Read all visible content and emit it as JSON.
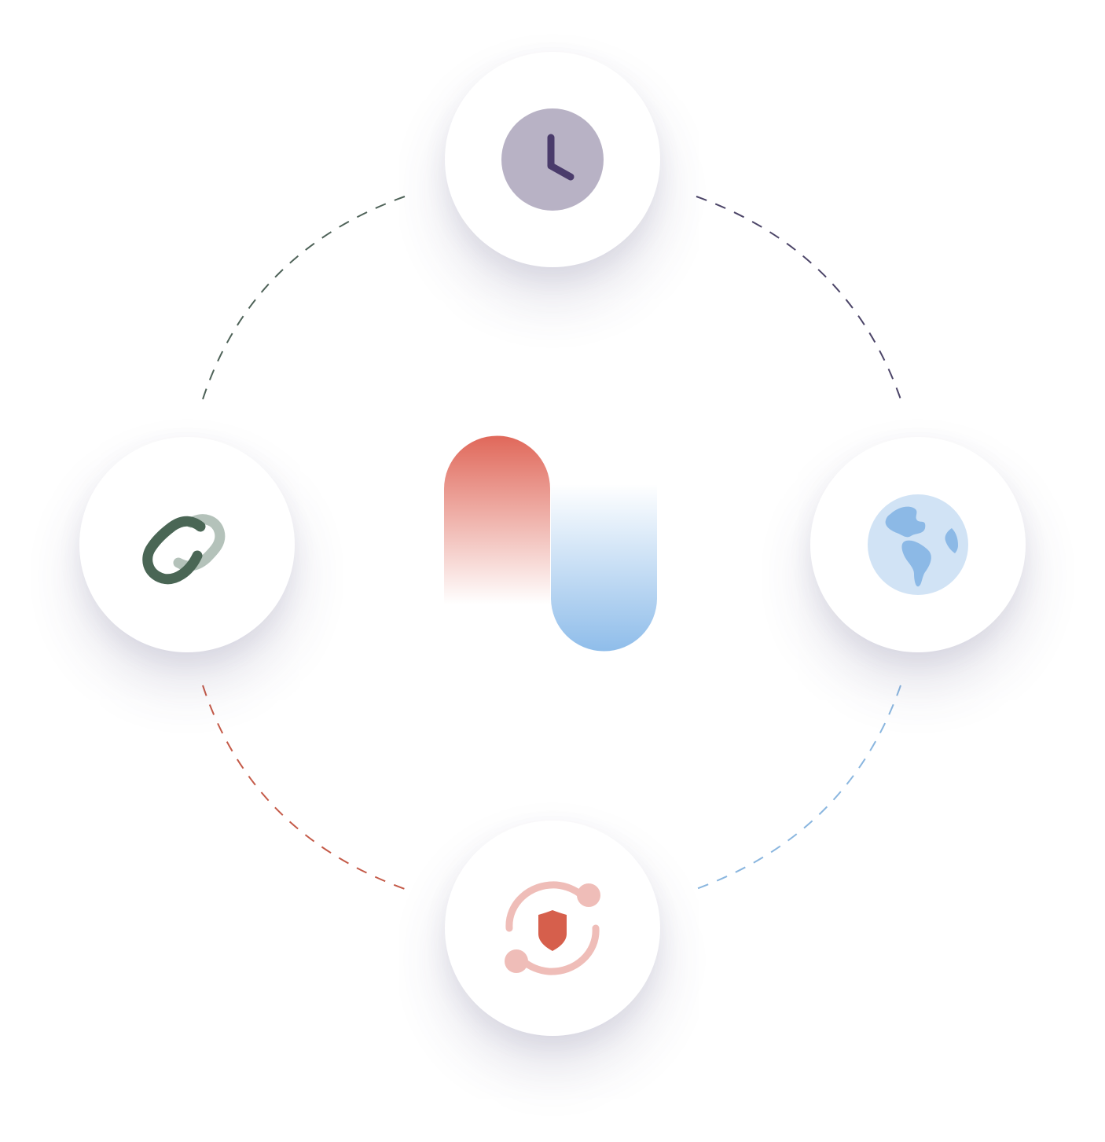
{
  "colors": {
    "clock_accent": "#4a3b6b",
    "clock_fill": "#b8b2c5",
    "link_dark": "#4a6655",
    "link_light": "#b4c2ba",
    "globe_dark": "#8cb9e6",
    "globe_light": "#d1e3f5",
    "security_dark": "#d65f4c",
    "security_light": "#efbdb8",
    "connector_top_left": "#4e6258",
    "connector_top_right": "#4b4467",
    "connector_bottom_left": "#c45a48",
    "connector_bottom_right": "#8ab6df",
    "logo_red": "#e0685a",
    "logo_blue": "#8fbdea"
  },
  "nodes": [
    {
      "id": "clock",
      "icon": "clock-icon"
    },
    {
      "id": "link",
      "icon": "link-icon"
    },
    {
      "id": "globe",
      "icon": "globe-icon"
    },
    {
      "id": "security",
      "icon": "shield-sync-icon"
    }
  ],
  "center": {
    "icon": "brand-logo"
  }
}
